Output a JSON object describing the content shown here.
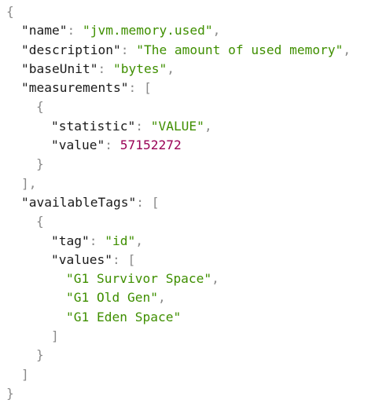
{
  "colors": {
    "key": "#1a1a1a",
    "string": "#3f8f00",
    "number": "#990055",
    "punctuation": "#8a8a8a"
  },
  "json": {
    "name": {
      "key": "\"name\"",
      "value": "\"jvm.memory.used\""
    },
    "description": {
      "key": "\"description\"",
      "value": "\"The amount of used memory\""
    },
    "baseUnit": {
      "key": "\"baseUnit\"",
      "value": "\"bytes\""
    },
    "measurements": {
      "key": "\"measurements\"",
      "items": [
        {
          "statistic": {
            "key": "\"statistic\"",
            "value": "\"VALUE\""
          },
          "value": {
            "key": "\"value\"",
            "value": "57152272"
          }
        }
      ]
    },
    "availableTags": {
      "key": "\"availableTags\"",
      "items": [
        {
          "tag": {
            "key": "\"tag\"",
            "value": "\"id\""
          },
          "values": {
            "key": "\"values\"",
            "items": [
              "\"G1 Survivor Space\"",
              "\"G1 Old Gen\"",
              "\"G1 Eden Space\""
            ]
          }
        }
      ]
    }
  }
}
